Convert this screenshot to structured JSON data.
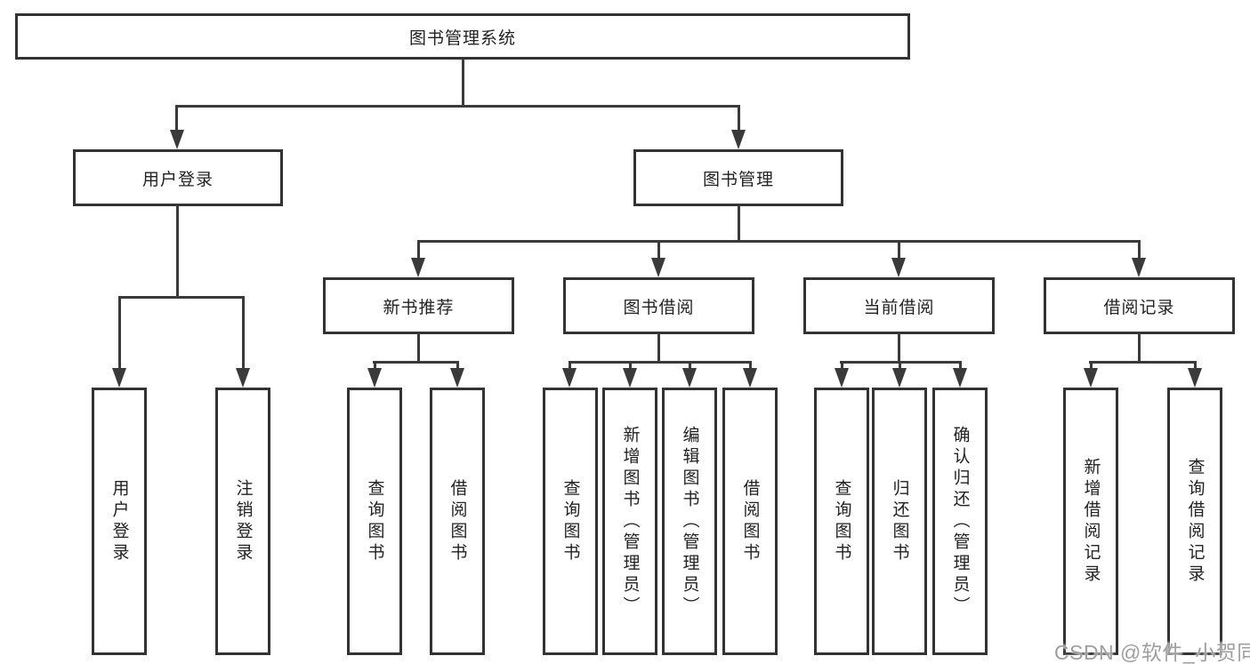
{
  "diagram": {
    "root": {
      "label": "图书管理系统"
    },
    "branches": [
      {
        "label": "用户登录",
        "children": [
          {
            "label": "用户登录"
          },
          {
            "label": "注销登录"
          }
        ]
      },
      {
        "label": "图书管理",
        "children": [
          {
            "label": "新书推荐",
            "children": [
              {
                "label": "查询图书"
              },
              {
                "label": "借阅图书"
              }
            ]
          },
          {
            "label": "图书借阅",
            "children": [
              {
                "label": "查询图书"
              },
              {
                "label": "新增图书（管理员）"
              },
              {
                "label": "编辑图书（管理员）"
              },
              {
                "label": "借阅图书"
              }
            ]
          },
          {
            "label": "当前借阅",
            "children": [
              {
                "label": "查询图书"
              },
              {
                "label": "归还图书"
              },
              {
                "label": "确认归还（管理员）"
              }
            ]
          },
          {
            "label": "借阅记录",
            "children": [
              {
                "label": "新增借阅记录"
              },
              {
                "label": "查询借阅记录"
              }
            ]
          }
        ]
      }
    ]
  },
  "watermark": {
    "text": "CSDN @软件_小贺同学"
  },
  "colors": {
    "line": "#3a3a3a",
    "box_border": "#333333",
    "text": "#222222",
    "background": "#ffffff",
    "watermark": "#9e9e9e"
  }
}
